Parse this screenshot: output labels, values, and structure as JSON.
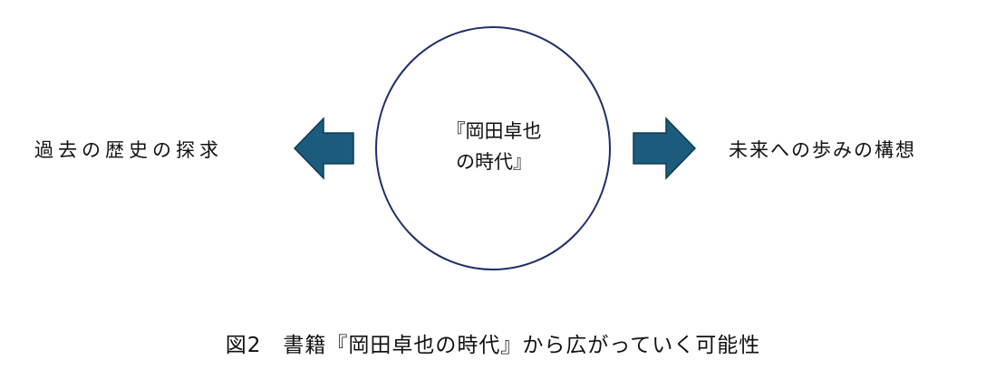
{
  "center": {
    "line1": "『岡田卓也",
    "line2": "の時代』"
  },
  "left_label": "過去の歴史の探求",
  "right_label": "未来への歩みの構想",
  "caption": "図2　書籍『岡田卓也の時代』から広がっていく可能性",
  "colors": {
    "arrow_fill": "#1b5c7e",
    "arrow_stroke": "#0f3b52",
    "circle_stroke": "#1f2f6b"
  }
}
